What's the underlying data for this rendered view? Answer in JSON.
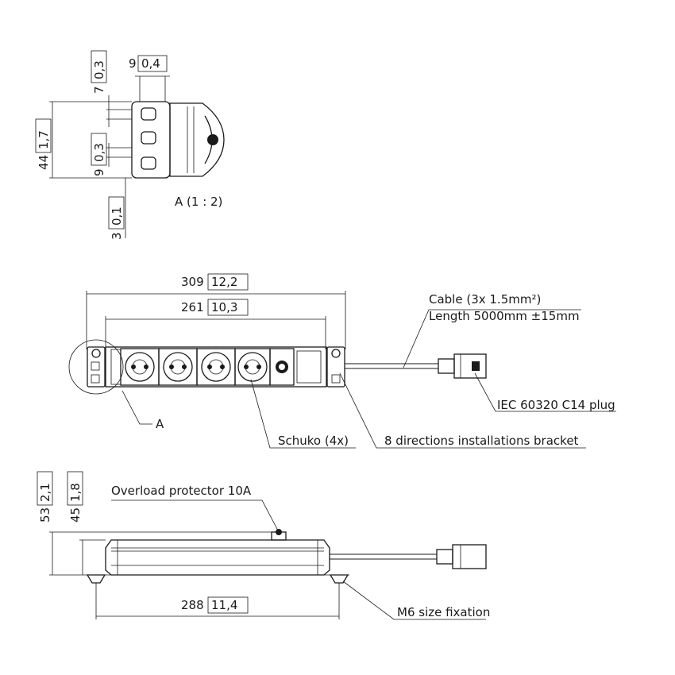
{
  "detail": {
    "title": "A (1 : 2)",
    "dim_top_width": {
      "mm": "9",
      "inch": "0,4"
    },
    "dim_top_offset": {
      "mm": "7",
      "inch": "0,3"
    },
    "dim_height": {
      "mm": "44",
      "inch": "1,7"
    },
    "dim_pitch": {
      "mm": "9",
      "inch": "0,3"
    },
    "dim_bottom": {
      "mm": "3",
      "inch": "0,1"
    }
  },
  "top_view": {
    "dim_overall": {
      "mm": "309",
      "inch": "12,2"
    },
    "dim_inner": {
      "mm": "261",
      "inch": "10,3"
    },
    "detail_ref": "A",
    "cable_line1": "Cable (3x 1.5mm²)",
    "cable_line2": "Length 5000mm ±15mm",
    "plug_label": "IEC 60320 C14 plug",
    "socket_label": "Schuko (4x)",
    "bracket_label": "8 directions installations bracket"
  },
  "side_view": {
    "overload_label": "Overload protector 10A",
    "dim_total_height": {
      "mm": "53",
      "inch": "2,1"
    },
    "dim_body_height": {
      "mm": "45",
      "inch": "1,8"
    },
    "dim_fix_spacing": {
      "mm": "288",
      "inch": "11,4"
    },
    "fixation_label": "M6 size fixation"
  }
}
